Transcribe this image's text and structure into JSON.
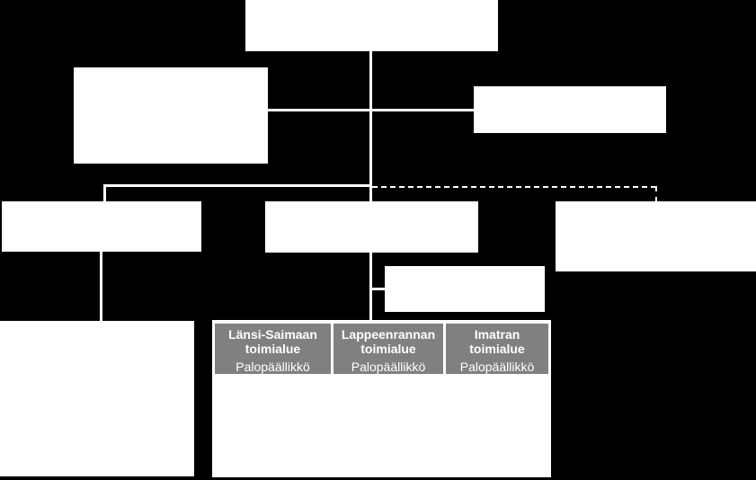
{
  "colors": {
    "background": "#000000",
    "box": "#ffffff",
    "unit_header": "#808080",
    "unit_text": "#ffffff"
  },
  "units": [
    {
      "name": "Länsi-Saimaan toimialue",
      "role": "Palopäällikkö"
    },
    {
      "name": "Lappeenrannan toimialue",
      "role": "Palopäällikkö"
    },
    {
      "name": "Imatran toimialue",
      "role": "Palopäällikkö"
    }
  ]
}
